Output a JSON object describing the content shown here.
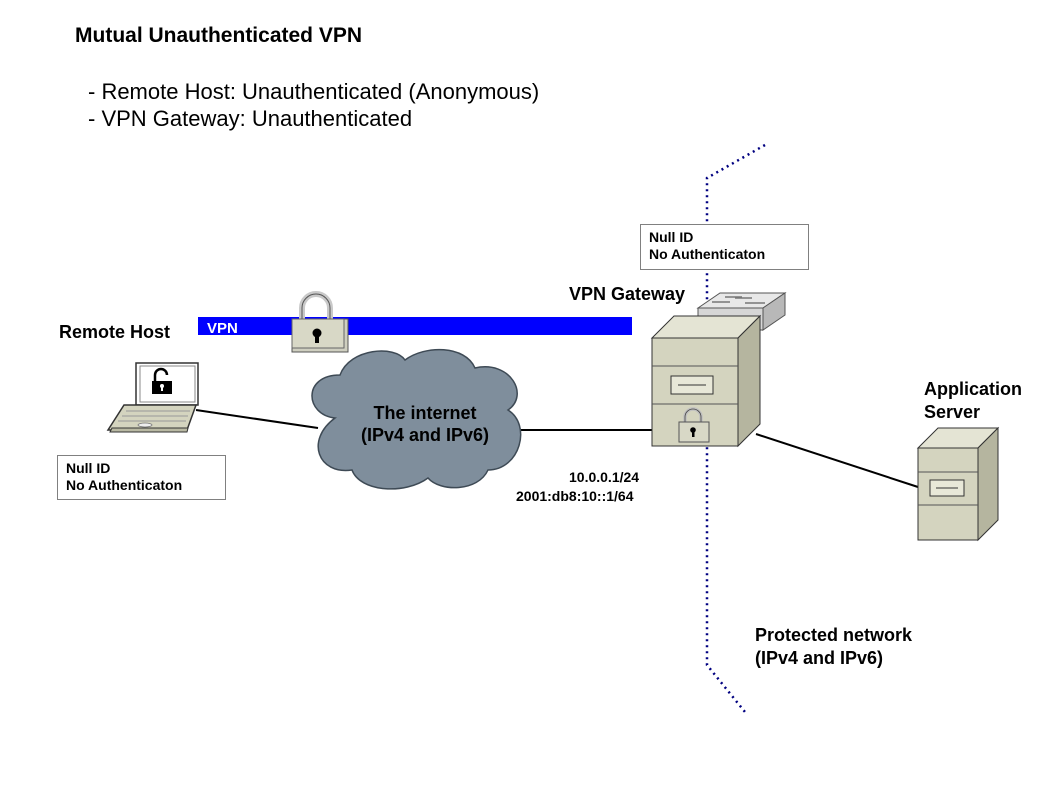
{
  "title": "Mutual Unauthenticated VPN",
  "bullets": [
    "- Remote Host: Unauthenticated (Anonymous)",
    "- VPN Gateway: Unauthenticated"
  ],
  "nodes": {
    "remote_host": {
      "label": "Remote Host",
      "box_line1": "Null ID",
      "box_line2": "No Authenticaton"
    },
    "internet": {
      "line1": "The internet",
      "line2": "(IPv4 and IPv6)"
    },
    "vpn_gateway": {
      "label": "VPN Gateway",
      "box_line1": "Null ID",
      "box_line2": "No Authenticaton",
      "addr1": "10.0.0.1/24",
      "addr2": "2001:db8:10::1/64"
    },
    "application_server": {
      "line1": "Application",
      "line2": "Server"
    },
    "protected_network": {
      "line1": "Protected network",
      "line2": "(IPv4 and IPv6)"
    }
  },
  "tunnel": {
    "label": "VPN",
    "color": "#0000ff"
  },
  "colors": {
    "device_fill": "#d4d4bf",
    "cloud_fill": "#7f8e9c",
    "boundary": "#000080"
  }
}
